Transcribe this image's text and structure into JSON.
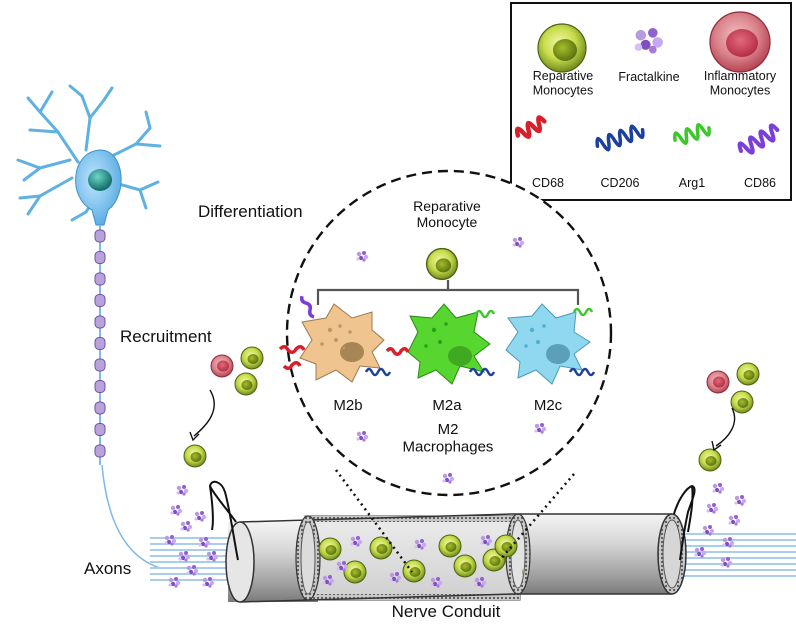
{
  "legend": {
    "reparative_monocytes": "Reparative\nMonocytes",
    "fractalkine": "Fractalkine",
    "inflammatory_monocytes": "Inflammatory\nMonocytes",
    "cd68": "CD68",
    "cd206": "CD206",
    "arg1": "Arg1",
    "cd86": "CD86"
  },
  "labels": {
    "differentiation": "Differentiation",
    "reparative_monocyte": "Reparative\nMonocyte",
    "recruitment": "Recruitment",
    "m2b": "M2b",
    "m2a": "M2a",
    "m2c": "M2c",
    "m2_macrophages": "M2\nMacrophages",
    "axons": "Axons",
    "nerve_conduit": "Nerve Conduit"
  },
  "colors": {
    "reparative": "#b8d23a",
    "inflammatory": "#c9455a",
    "fractalkine": "#9b6fc9",
    "cd68": "#d8202a",
    "cd206": "#1d3f9e",
    "arg1": "#3cc72a",
    "cd86": "#7a3fd8",
    "m2b": "#f0c48f",
    "m2a": "#56d62e",
    "m2c": "#8fd8ef",
    "neuron": "#64b7e8",
    "axon": "#a9cdeb"
  }
}
